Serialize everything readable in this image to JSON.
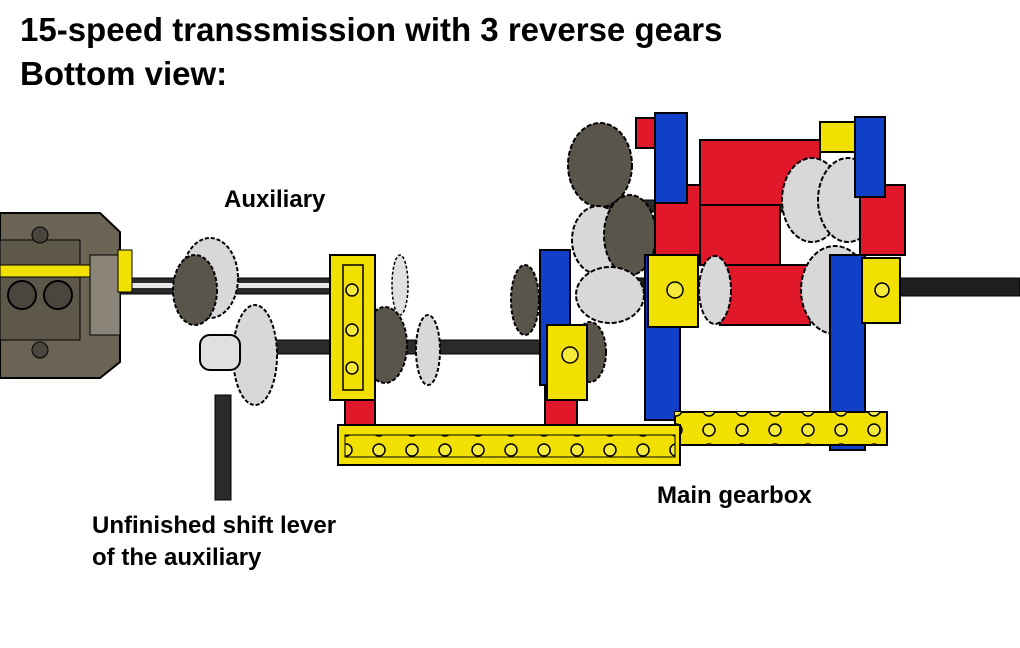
{
  "title": {
    "line1": "15-speed transsmission with 3 reverse gears",
    "line2": "Bottom view:"
  },
  "labels": {
    "auxiliary": "Auxiliary",
    "shift_lever_line1": "Unfinished shift lever",
    "shift_lever_line2": "of the auxiliary",
    "main_gearbox": "Main gearbox"
  },
  "colors": {
    "yellow": "#f2e100",
    "red": "#e0182a",
    "blue": "#1140c8",
    "gear_light": "#d8d8d8",
    "gear_dark": "#5a554a",
    "axle": "#1e1e1e",
    "housing": "#6b6455",
    "outline": "#000000"
  }
}
